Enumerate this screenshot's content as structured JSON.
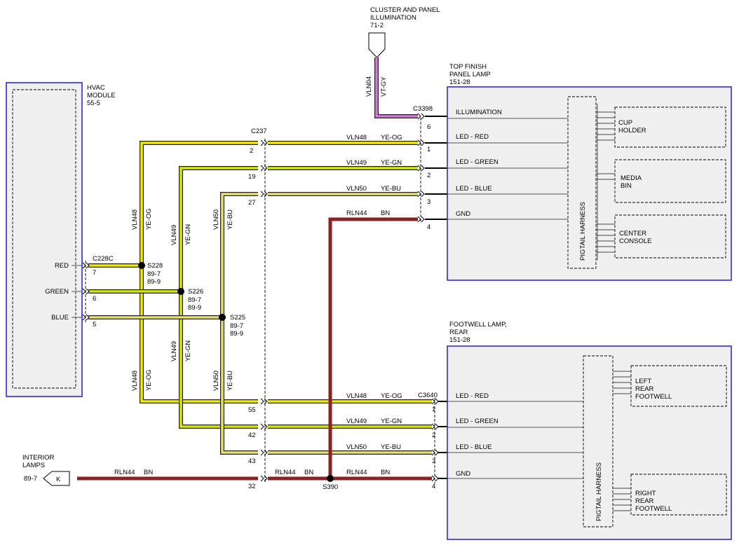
{
  "colors": {
    "YE-OG": "#f4ea00",
    "YE-GN": "#d7e800",
    "YE-BU": "#e6e070",
    "BN": "#8b2222",
    "VT-GY": "#d67ad6",
    "module_border": "#1f1fd6"
  },
  "cluster_ref": {
    "l1": "CLUSTER AND PANEL",
    "l2": "ILLUMINATION",
    "l3": "71-2"
  },
  "wire_vln04": {
    "circuit": "VLN04",
    "color": "VT-GY"
  },
  "hvac": {
    "l1": "HVAC",
    "l2": "MODULE",
    "l3": "55-5",
    "connector": "C228C",
    "pins": [
      {
        "label": "RED",
        "pin": "7"
      },
      {
        "label": "GREEN",
        "pin": "6"
      },
      {
        "label": "BLUE",
        "pin": "5"
      }
    ]
  },
  "splices": [
    {
      "id": "S228",
      "r1": "89-7",
      "r2": "89-9"
    },
    {
      "id": "S226",
      "r1": "89-7",
      "r2": "89-9"
    },
    {
      "id": "S225",
      "r1": "89-7",
      "r2": "89-9"
    }
  ],
  "verticals": [
    {
      "circuit": "VLN48",
      "color": "YE-OG"
    },
    {
      "circuit": "VLN49",
      "color": "YE-GN"
    },
    {
      "circuit": "VLN50",
      "color": "YE-BU"
    }
  ],
  "c237": {
    "name": "C237",
    "top_pins": [
      "2",
      "19",
      "27"
    ],
    "bottom_pins": [
      "55",
      "42",
      "43",
      "32"
    ]
  },
  "top_wires": [
    {
      "circuit": "VLN48",
      "color": "YE-OG"
    },
    {
      "circuit": "VLN49",
      "color": "YE-GN"
    },
    {
      "circuit": "VLN50",
      "color": "YE-BU"
    },
    {
      "circuit": "RLN44",
      "color": "BN"
    }
  ],
  "bottom_wires": [
    {
      "circuit": "VLN48",
      "color": "YE-OG"
    },
    {
      "circuit": "VLN49",
      "color": "YE-GN"
    },
    {
      "circuit": "VLN50",
      "color": "YE-BU"
    },
    {
      "circuit": "RLN44",
      "color": "BN"
    }
  ],
  "rln44_mid": {
    "circuit": "RLN44",
    "color": "BN"
  },
  "rln44_left": {
    "circuit": "RLN44",
    "color": "BN"
  },
  "s390": "S390",
  "top_lamp": {
    "l1": "TOP FINISH",
    "l2": "PANEL LAMP",
    "l3": "151-28",
    "connector": "C3398",
    "pins": [
      "6",
      "1",
      "2",
      "3",
      "4"
    ],
    "circuits": [
      "ILLUMINATION",
      "LED - RED",
      "LED - GREEN",
      "LED - BLUE",
      "GND"
    ],
    "harness": "PIGTAIL HARNESS",
    "loads": [
      {
        "l1": "CUP",
        "l2": "HOLDER"
      },
      {
        "l1": "MEDIA",
        "l2": "BIN"
      },
      {
        "l1": "CENTER",
        "l2": "CONSOLE"
      }
    ]
  },
  "rear_lamp": {
    "l1": "FOOTWELL LAMP,",
    "l2": "REAR",
    "l3": "151-28",
    "connector": "C3640",
    "pins": [
      "1",
      "2",
      "3",
      "4"
    ],
    "circuits": [
      "LED - RED",
      "LED - GREEN",
      "LED - BLUE",
      "GND"
    ],
    "harness": "PIGTAIL HARNESS",
    "loads": [
      {
        "l1": "LEFT",
        "l2": "REAR",
        "l3": "FOOTWELL"
      },
      {
        "l1": "RIGHT",
        "l2": "REAR",
        "l3": "FOOTWELL"
      }
    ]
  },
  "interior": {
    "l1": "INTERIOR",
    "l2": "LAMPS",
    "ref": "89-7",
    "tag": "K"
  }
}
